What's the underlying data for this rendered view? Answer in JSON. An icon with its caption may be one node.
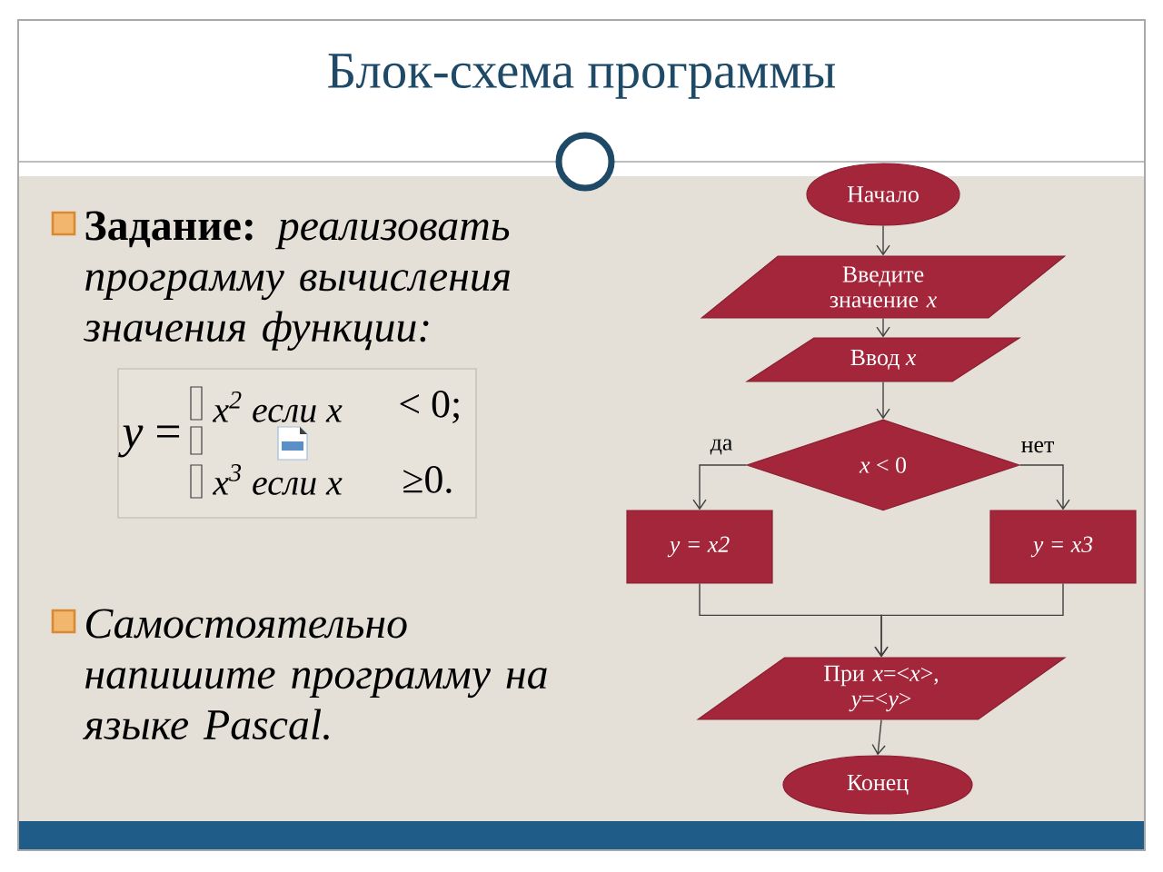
{
  "diagram": {
    "title": "Блок-схема программы",
    "nodes": [
      {
        "text": [
          "Начало"
        ]
      },
      {
        "text": [
          "Введите значение *x*"
        ]
      },
      {
        "text": [
          "Ввод *x*"
        ]
      },
      {
        "text": [
          "*x* < 0"
        ]
      },
      {
        "text": [
          "y = x2"
        ]
      },
      {
        "text": [
          "y = x3"
        ]
      },
      {
        "text": [
          "При *x*=<*x*>, *y*=<*y*>"
        ]
      },
      {
        "text": [
          "Конец"
        ]
      }
    ],
    "edges": [
      {
        "from": 0,
        "to": 1,
        "arrow": "to"
      },
      {
        "from": 1,
        "to": 2,
        "arrow": "to"
      },
      {
        "from": 2,
        "to": 3,
        "arrow": "to"
      },
      {
        "from": 3,
        "to": 4,
        "arrow": "to",
        "label": "да"
      },
      {
        "from": 3,
        "to": 5,
        "arrow": "to",
        "label": "нет"
      },
      {
        "from": 4,
        "to": 6,
        "arrow": "to"
      },
      {
        "from": 5,
        "to": 6,
        "arrow": "to"
      },
      {
        "from": 6,
        "to": 7,
        "arrow": "to"
      }
    ],
    "labels": [
      "**Задание:** *реализовать программу вычисления значения функции:*",
      "*y* =",
      "x$^{2}$ если x",
      "< 0;",
      "x$^{3}$ если x",
      "≥0.",
      "Самостоятельно напишите программу на языке Pascal."
    ]
  }
}
